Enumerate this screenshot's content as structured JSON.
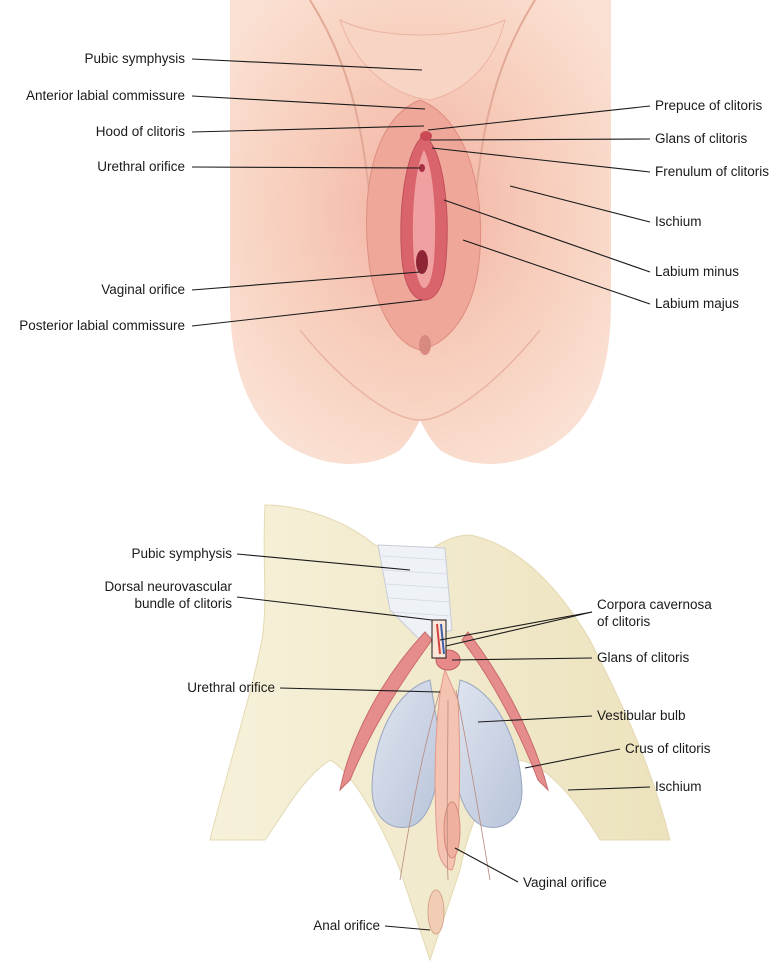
{
  "top_figure": {
    "labels_left": {
      "pubic_symphysis": "Pubic symphysis",
      "anterior_labial_commissure": "Anterior labial commissure",
      "hood_of_clitoris": "Hood of clitoris",
      "urethral_orifice": "Urethral orifice",
      "vaginal_orifice": "Vaginal orifice",
      "posterior_labial_commissure": "Posterior labial commissure"
    },
    "labels_right": {
      "prepuce_of_clitoris": "Prepuce of clitoris",
      "glans_of_clitoris": "Glans of clitoris",
      "frenulum_of_clitoris": "Frenulum of clitoris",
      "ischium": "Ischium",
      "labium_minus": "Labium minus",
      "labium_majus": "Labium majus"
    }
  },
  "bottom_figure": {
    "labels_left": {
      "pubic_symphysis": "Pubic symphysis",
      "dorsal_bundle_line1": "Dorsal neurovascular",
      "dorsal_bundle_line2": "bundle of clitoris",
      "urethral_orifice": "Urethral orifice",
      "anal_orifice": "Anal orifice"
    },
    "labels_right": {
      "corpora_line1": "Corpora cavernosa",
      "corpora_line2": "of clitoris",
      "glans_of_clitoris": "Glans of clitoris",
      "vestibular_bulb": "Vestibular bulb",
      "crus_of_clitoris": "Crus of clitoris",
      "ischium": "Ischium",
      "vaginal_orifice": "Vaginal orifice"
    }
  },
  "colors": {
    "skin": "#f6c9b8",
    "skin_dark": "#e79a8f",
    "mucosa": "#d9646c",
    "bone": "#f3ecd0",
    "ligament": "#e8ecf2",
    "bulb": "#c9d2e3",
    "crus": "#e58d8d",
    "leader": "#1a1a1a"
  }
}
